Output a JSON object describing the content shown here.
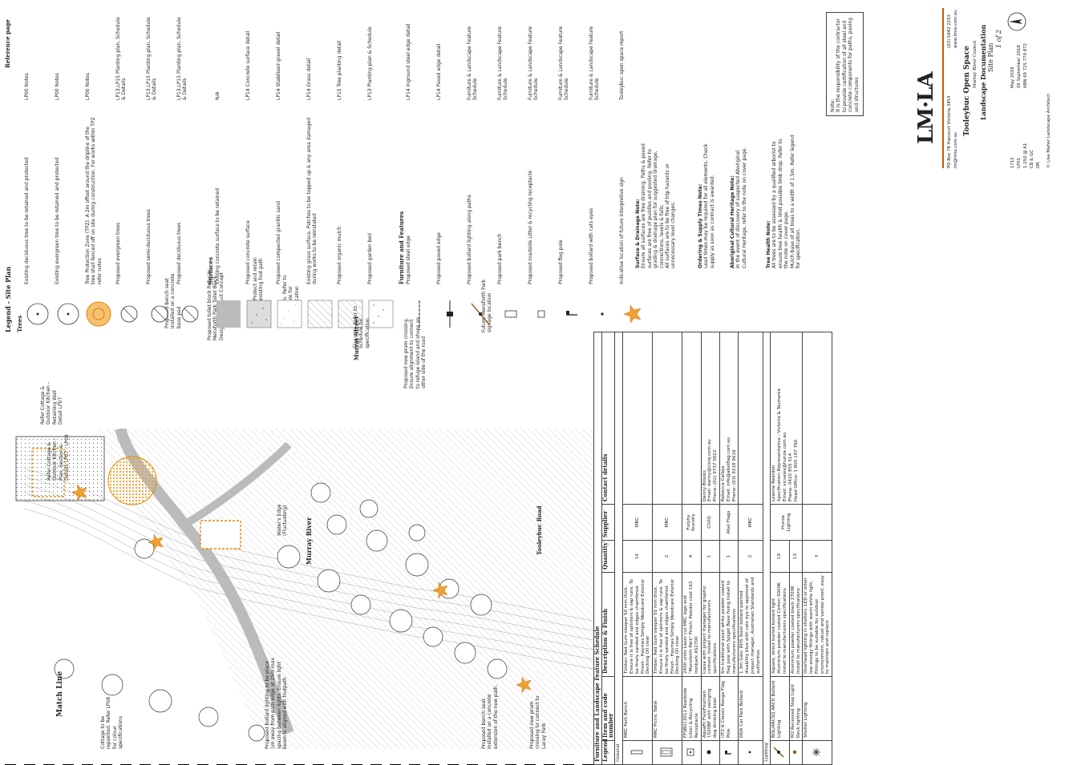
{
  "legend": {
    "title": "Legend - Site Plan",
    "reference_header": "Reference page",
    "trees_heading": "Trees",
    "surfaces_heading": "Surfaces",
    "furniture_heading": "Furniture and Features",
    "items": [
      {
        "desc": "Existing deciduous tree to be retained and protected",
        "ref": "LP00 Notes"
      },
      {
        "desc": "Existing evergreen tree to be retained and protected",
        "ref": "LP00 Notes"
      },
      {
        "desc": "Tree Protection Zone (TPZ). A 2m offset around the dripline of the tree shall fenced off on site during construction. For works within TPZ refer notes",
        "ref": "LP00 Notes"
      },
      {
        "desc": "Proposed evergreen trees",
        "ref": "LP13,LP15 Planting plan, Schedule & Details"
      },
      {
        "desc": "Proposed semi-deciduous trees",
        "ref": "LP13,LP15 Planting plan, Schedule & Details"
      },
      {
        "desc": "Proposed deciduous trees",
        "ref": "LP13,LP15 Planting plan, Schedule & Details"
      },
      {
        "desc": "Existing concrete surface to be retained",
        "ref": "N/A"
      },
      {
        "desc": "Proposed concrete surface",
        "ref": "LP14 Concrete surface detail"
      },
      {
        "desc": "Proposed compacted granitic sand",
        "ref": "LP14 Stabilised gravel detail"
      },
      {
        "desc": "Existing grass surface. Patches to be topped up & any area damaged during works to be reinstated",
        "ref": "LP14 Grass detail"
      },
      {
        "desc": "Proposed organic mulch",
        "ref": "LP15 Tree planting detail"
      },
      {
        "desc": "Proposed garden bed",
        "ref": "LP13 Planting plan & Schedule"
      },
      {
        "desc": "Proposed steel edge",
        "ref": "LP14 Inground steel edge detail"
      },
      {
        "desc": "Proposed paved edge",
        "ref": "LP14 Paved edge detail"
      },
      {
        "desc": "Proposed bollard lighting along paths",
        "ref": "Furniture & Landscape Feature Schedule"
      },
      {
        "desc": "Proposed park bench",
        "ref": "Furniture & Landscape Feature Schedule"
      },
      {
        "desc": "Proposed roadside Litter & recycling receptacle",
        "ref": "Furniture & Landscape Feature Schedule"
      },
      {
        "desc": "Proposed flag pole",
        "ref": "Furniture & Landscape Feature Schedule"
      },
      {
        "desc": "Proposed bollard with cats eyes",
        "ref": "Furniture & Landscape Feature Schedule"
      },
      {
        "desc": "Indicative location of future interpretive sign",
        "ref": "Tooleybuc open space report"
      }
    ]
  },
  "notes": {
    "surface_title": "Surface & Drainage Note:",
    "surface_items": [
      "Ensure all surfaces are free draining. Paths & paved surfaces are free of puddles and pooling. Refer to grading & drainage plan for suggested drainage, connections, levels & falls.",
      "All surfaces are to be free of trip hazards or unnecessary level changes."
    ],
    "ordering_title": "Ordering & Supply Times Note:",
    "ordering_items": [
      "Lead times may be required for all elements. Check supply as soon as contract is awarded."
    ],
    "heritage_title": "Aboriginal Cultural Heritage Note:",
    "heritage_items": [
      "In the event of discovery of suspected Aboriginal Cultural Heritage, refer to the note on cover page."
    ],
    "tree_title": "Tree Health Note:",
    "tree_items": [
      "All trees are to be assessed by a qualified arborist to ensure tree health & limit possible limb drop. Refer to the note on cover page.",
      "Mulch base of all trees to a width of 1.5m. Refer legend for specification."
    ],
    "box": "Note:\nIt is the responsibility of the contractor to provide certification of all steel and concrete components for paths, paving and structures"
  },
  "title_block": {
    "logo": "LM·LA",
    "address": "PO Box 78 Harcourt Victoria 3453",
    "phone": "(03) 5442 2253",
    "email": "lm@lmla.com.au",
    "web": "www.lmla.com.au",
    "project": "Tooleybuc Open Space",
    "client": "Murray River Council",
    "doc": "Landscape Documentation",
    "sheet": "Site Plan",
    "sheet_no": "1 of 2",
    "project_no": "1712",
    "drawing_no": "LP01",
    "scale": "1:250 @ A1",
    "designed": "CB & GC",
    "drawn": "DR",
    "date": "May 2018",
    "issue_date": "05 September 2018",
    "abn": "ABN 69 725 779 872",
    "copyright": "© Lisa Maher Landscape Architect"
  },
  "plan": {
    "match_line": "Match Line",
    "murray_river": "Murray River",
    "murray_street": "Murray Street",
    "tooleybuc_road": "Tooleybuc Road",
    "waters_edge": "Water's Edge (Fluctuating)",
    "callouts": [
      "Cottage to be repainted. Refer LP08 for colour specifications",
      "Proposed bollard lighting to be place 1m away from path edge at 25m max spacing between lights. Ensure light beam is aligned with footpath",
      "Proposed bench seat installed on a concrete extension of the new path.",
      "Proposed new pram crossing to connect to Lacey Park",
      "Refer Cottage & Outdoor Kitchen - Plan, Section & Details LP07 - LP08",
      "Refer Cottage & Outdoor Kitchen - Retaining Wall Detail LP07",
      "Proposed bench seat installed on a concrete base pad",
      "Proposed toilet block Refer to Mensforth Park Toilet Block Design & Construct Concept",
      "Protect and retain existing foot path",
      "Bollards. Refer to Schedule for specification",
      "Flag pole Refer to Schedule for specification",
      "Proposed new pram crossing. Ensure alignment to connect to refuge island and shops on other side of the road",
      "Future Mensforth Park signage location"
    ]
  },
  "schedule": {
    "title": "Furniture and Landscape Feature Schedule",
    "headers": [
      "Legend",
      "Item and code number",
      "Description & Finish",
      "Quantity",
      "Supplier",
      "Contact details"
    ],
    "group_general": "General",
    "group_lighting": "Lighting",
    "general": [
      {
        "item": "MRC Park Bench",
        "desc": "Timber: Red Gum sleeper 50 mm thick. Ensure it is free of splinters & sap runs. To be finely sanded and edges chamfered. Finish - Haymes Simply Woodcare Exterior Decking Oil clear",
        "qty": "14",
        "supplier": "MRC",
        "contact": ""
      },
      {
        "item": "MRC Picnic Table",
        "desc": "Timber: Red Gum sleeper 50 mm thick. Ensure it is free of splinters & sap runs. To be finely sanded and edges chamfered. Finish - Haymes Simply Woodcare Exterior Decking Oil clear",
        "qty": "2",
        "supplier": "MRC",
        "contact": ""
      },
      {
        "item": "FFSB013011 Roadside Litter & Recycling Receptacle",
        "desc": "240lt units Laser cut MRC logo and \"Mensforth Park\" Finish: Powder coat 163 Ironbark AS2700",
        "qty": "4",
        "supplier": "Furphy foundry",
        "contact": ""
      },
      {
        "item": "AquaFil FlexiFountain 1500BF with swinging dog drinking bowl",
        "desc": "Liaise with project manager for graphic content. Install to manufacturers specifications",
        "qty": "1",
        "supplier": "CIVIQ",
        "contact": "Danny Brooks\nEmail: danny@civiq.com.au\nPhone: (02) 9737 0022"
      },
      {
        "item": "UT2-6 Classic Range Flag Pole",
        "desc": "6m traditional pearl white powder coated flag pole with Spigot Base fixing Install to manufacturers specifications",
        "qty": "1",
        "supplier": "Abel Flags",
        "contact": "Rebecca Calleja\nEmail: info@abelflag.com.au\nPhone: (03) 9318 9616"
      },
      {
        "item": "DDA Car Park Bollard",
        "desc": "1.3m Galv. RHS Steel bollard painted disability blue with cats eye to approval of project manager, Australian Standards and authorities",
        "qty": "2",
        "supplier": "MRC",
        "contact": ""
      }
    ],
    "lighting": [
      {
        "item": "BOL/ARCSQ ARCH Bollard Lighting",
        "desc": "Square, direct buried bollard light Aluminium powder coated Corten 3000K Install to manufacturers specifications",
        "qty": "19",
        "supplier": "Hunza Lighting",
        "contact": "Leanne Reardon\nSpecification Representative - Victoria & Tasmania\nEmail: vicsales@hunza.com.au\nPhone: 0420 855 514\nHead Office: 1 800 187 760"
      },
      {
        "item": "M2 Recessed Step Light Deck lighting",
        "desc": "Aluminium powder coated black 2700K Install to manufacturers specifications",
        "qty": "13",
        "supplier": "",
        "contact": ""
      },
      {
        "item": "Shelter Lighting",
        "desc": "Overhead lighting in shelters. LED or other low energy fittings with warm white light. Fittings to be suitable for outdoor environment, robust and vandal proof, easy to maintain and replace",
        "qty": "3",
        "supplier": "",
        "contact": ""
      }
    ]
  }
}
